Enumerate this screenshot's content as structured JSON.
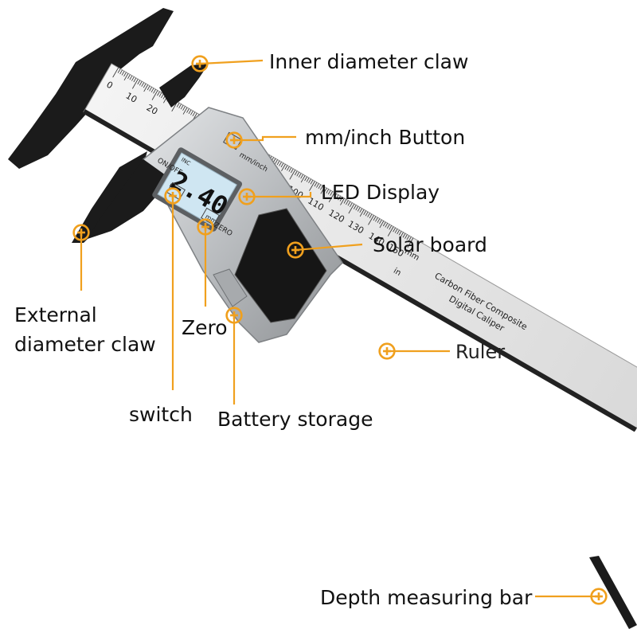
{
  "labels": {
    "inner_claw": "Inner diameter claw",
    "mm_inch_button": "mm/inch Button",
    "led_display": "LED Display",
    "solar_board": "Solar board",
    "ruler": "Ruler",
    "external_claw_line1": "External",
    "external_claw_line2": "diameter claw",
    "zero": "Zero",
    "switch": "switch",
    "battery_storage": "Battery storage",
    "depth_bar": "Depth measuring bar"
  },
  "device": {
    "lcd_reading": "2.40",
    "lcd_unit": "mm",
    "lcd_inch_indicator": "INC",
    "button_on_off": "ON/OFF",
    "button_mm_inch": "mm/inch",
    "button_zero": "ZERO",
    "blade_text_line1": "Carbon Fiber Composite",
    "blade_text_line2": "Digital Caliper",
    "scale_unit_mm": "mm",
    "scale_unit_in": "in",
    "top_scale_numbers": [
      "0",
      "10",
      "20"
    ],
    "lower_scale_numbers": [
      "100",
      "110",
      "120",
      "130",
      "140",
      "150"
    ]
  },
  "colors": {
    "leader": "#f0a01e",
    "marker": "#f0a01e",
    "jaw": "#1a1a1a",
    "body": "#c9cbcd",
    "lcd": "#cfe6f2",
    "solar": "#151515",
    "scale": "#e9eaea"
  }
}
